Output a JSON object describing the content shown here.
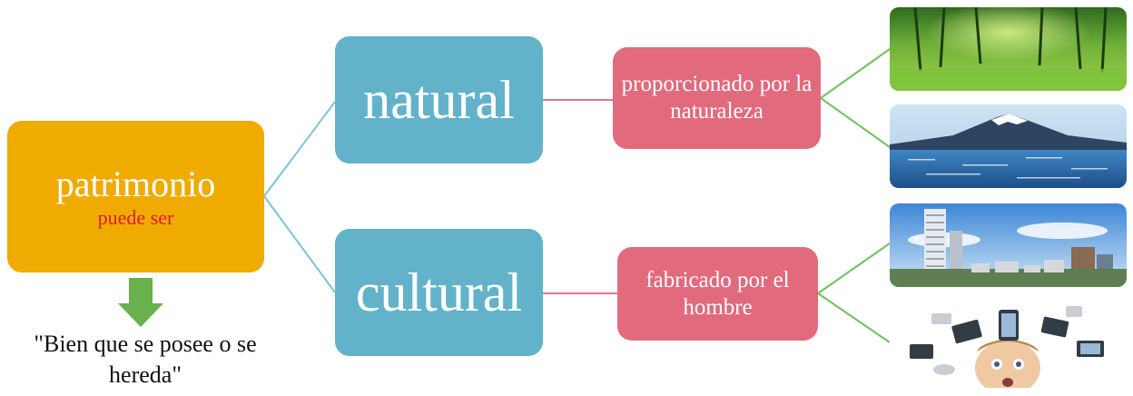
{
  "root": {
    "title": "patrimonio",
    "subtitle": "puede ser"
  },
  "branches": [
    {
      "type": "natural",
      "description": "proporcionado por la naturaleza",
      "images": [
        "forest-photo",
        "mountain-lake-photo"
      ]
    },
    {
      "type": "cultural",
      "description": "fabricado por el hombre",
      "images": [
        "city-skyline-photo",
        "man-with-devices-photo"
      ]
    }
  ],
  "definition": "\"Bien que se posee o se hereda\"",
  "colors": {
    "root": "#efab00",
    "root_subtitle": "#e01b2a",
    "level1": "#62b3c9",
    "level2": "#e26a7d",
    "level1_connector": "#7ec4d6",
    "level2_connector": "#e07688",
    "image_connector": "#72c15d",
    "arrow": "#6ab04c"
  }
}
